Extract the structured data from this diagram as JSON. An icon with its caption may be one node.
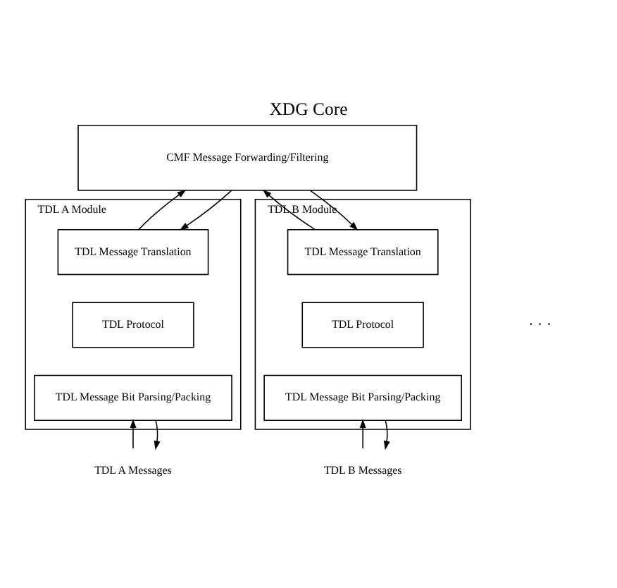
{
  "diagram": {
    "title": "XDG Core",
    "nodes": [
      {
        "text": [
          "CMF Message Forwarding/Filtering"
        ]
      },
      {
        "text": [
          "TDL A Module"
        ]
      },
      {
        "text": [
          "TDL Message Translation"
        ],
        "in": 1
      },
      {
        "text": [
          "TDL Protocol"
        ],
        "in": 1
      },
      {
        "text": [
          "TDL Message Bit Parsing/Packing"
        ],
        "in": 1
      },
      {
        "text": [
          "TDL B Module"
        ]
      },
      {
        "text": [
          "TDL Message Translation"
        ],
        "in": 5
      },
      {
        "text": [
          "TDL Protocol"
        ],
        "in": 5
      },
      {
        "text": [
          "TDL Message Bit Parsing/Packing"
        ],
        "in": 5
      },
      {
        "text": [
          "TDL A Messages"
        ]
      },
      {
        "text": [
          "TDL B Messages"
        ]
      }
    ],
    "edges": [
      {
        "from": 2,
        "to": 0,
        "arrow": "to"
      },
      {
        "from": 0,
        "to": 2,
        "arrow": "to"
      },
      {
        "from": 6,
        "to": 0,
        "arrow": "to"
      },
      {
        "from": 0,
        "to": 6,
        "arrow": "to"
      },
      {
        "from": 9,
        "to": 4,
        "arrow": "to"
      },
      {
        "from": 4,
        "to": 9,
        "arrow": "to"
      },
      {
        "from": 10,
        "to": 8,
        "arrow": "to"
      },
      {
        "from": 8,
        "to": 10,
        "arrow": "to"
      }
    ],
    "labels": [
      "· · ·"
    ]
  }
}
